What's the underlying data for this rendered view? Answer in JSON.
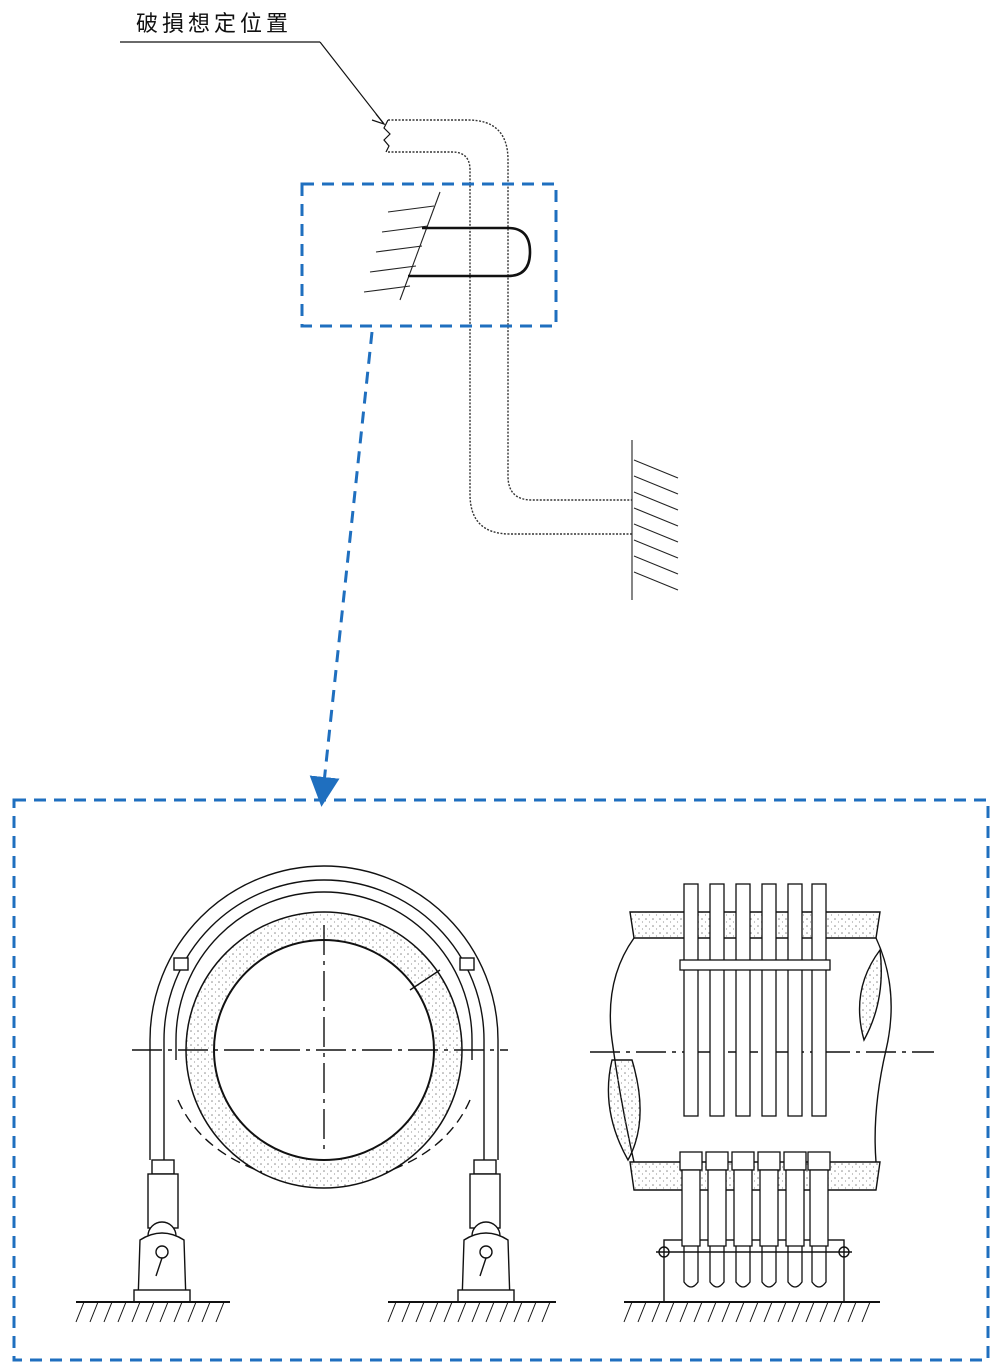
{
  "annotation": {
    "break_label": "破損想定位置"
  },
  "colors": {
    "highlight": "#1f6fbf",
    "line": "#111111",
    "insulation_dots": "#8a8a8a"
  },
  "icons": [
    "break-point-marker",
    "hatched-wall-anchor",
    "pipe-whip-restraint",
    "u-bolt-restraint"
  ]
}
